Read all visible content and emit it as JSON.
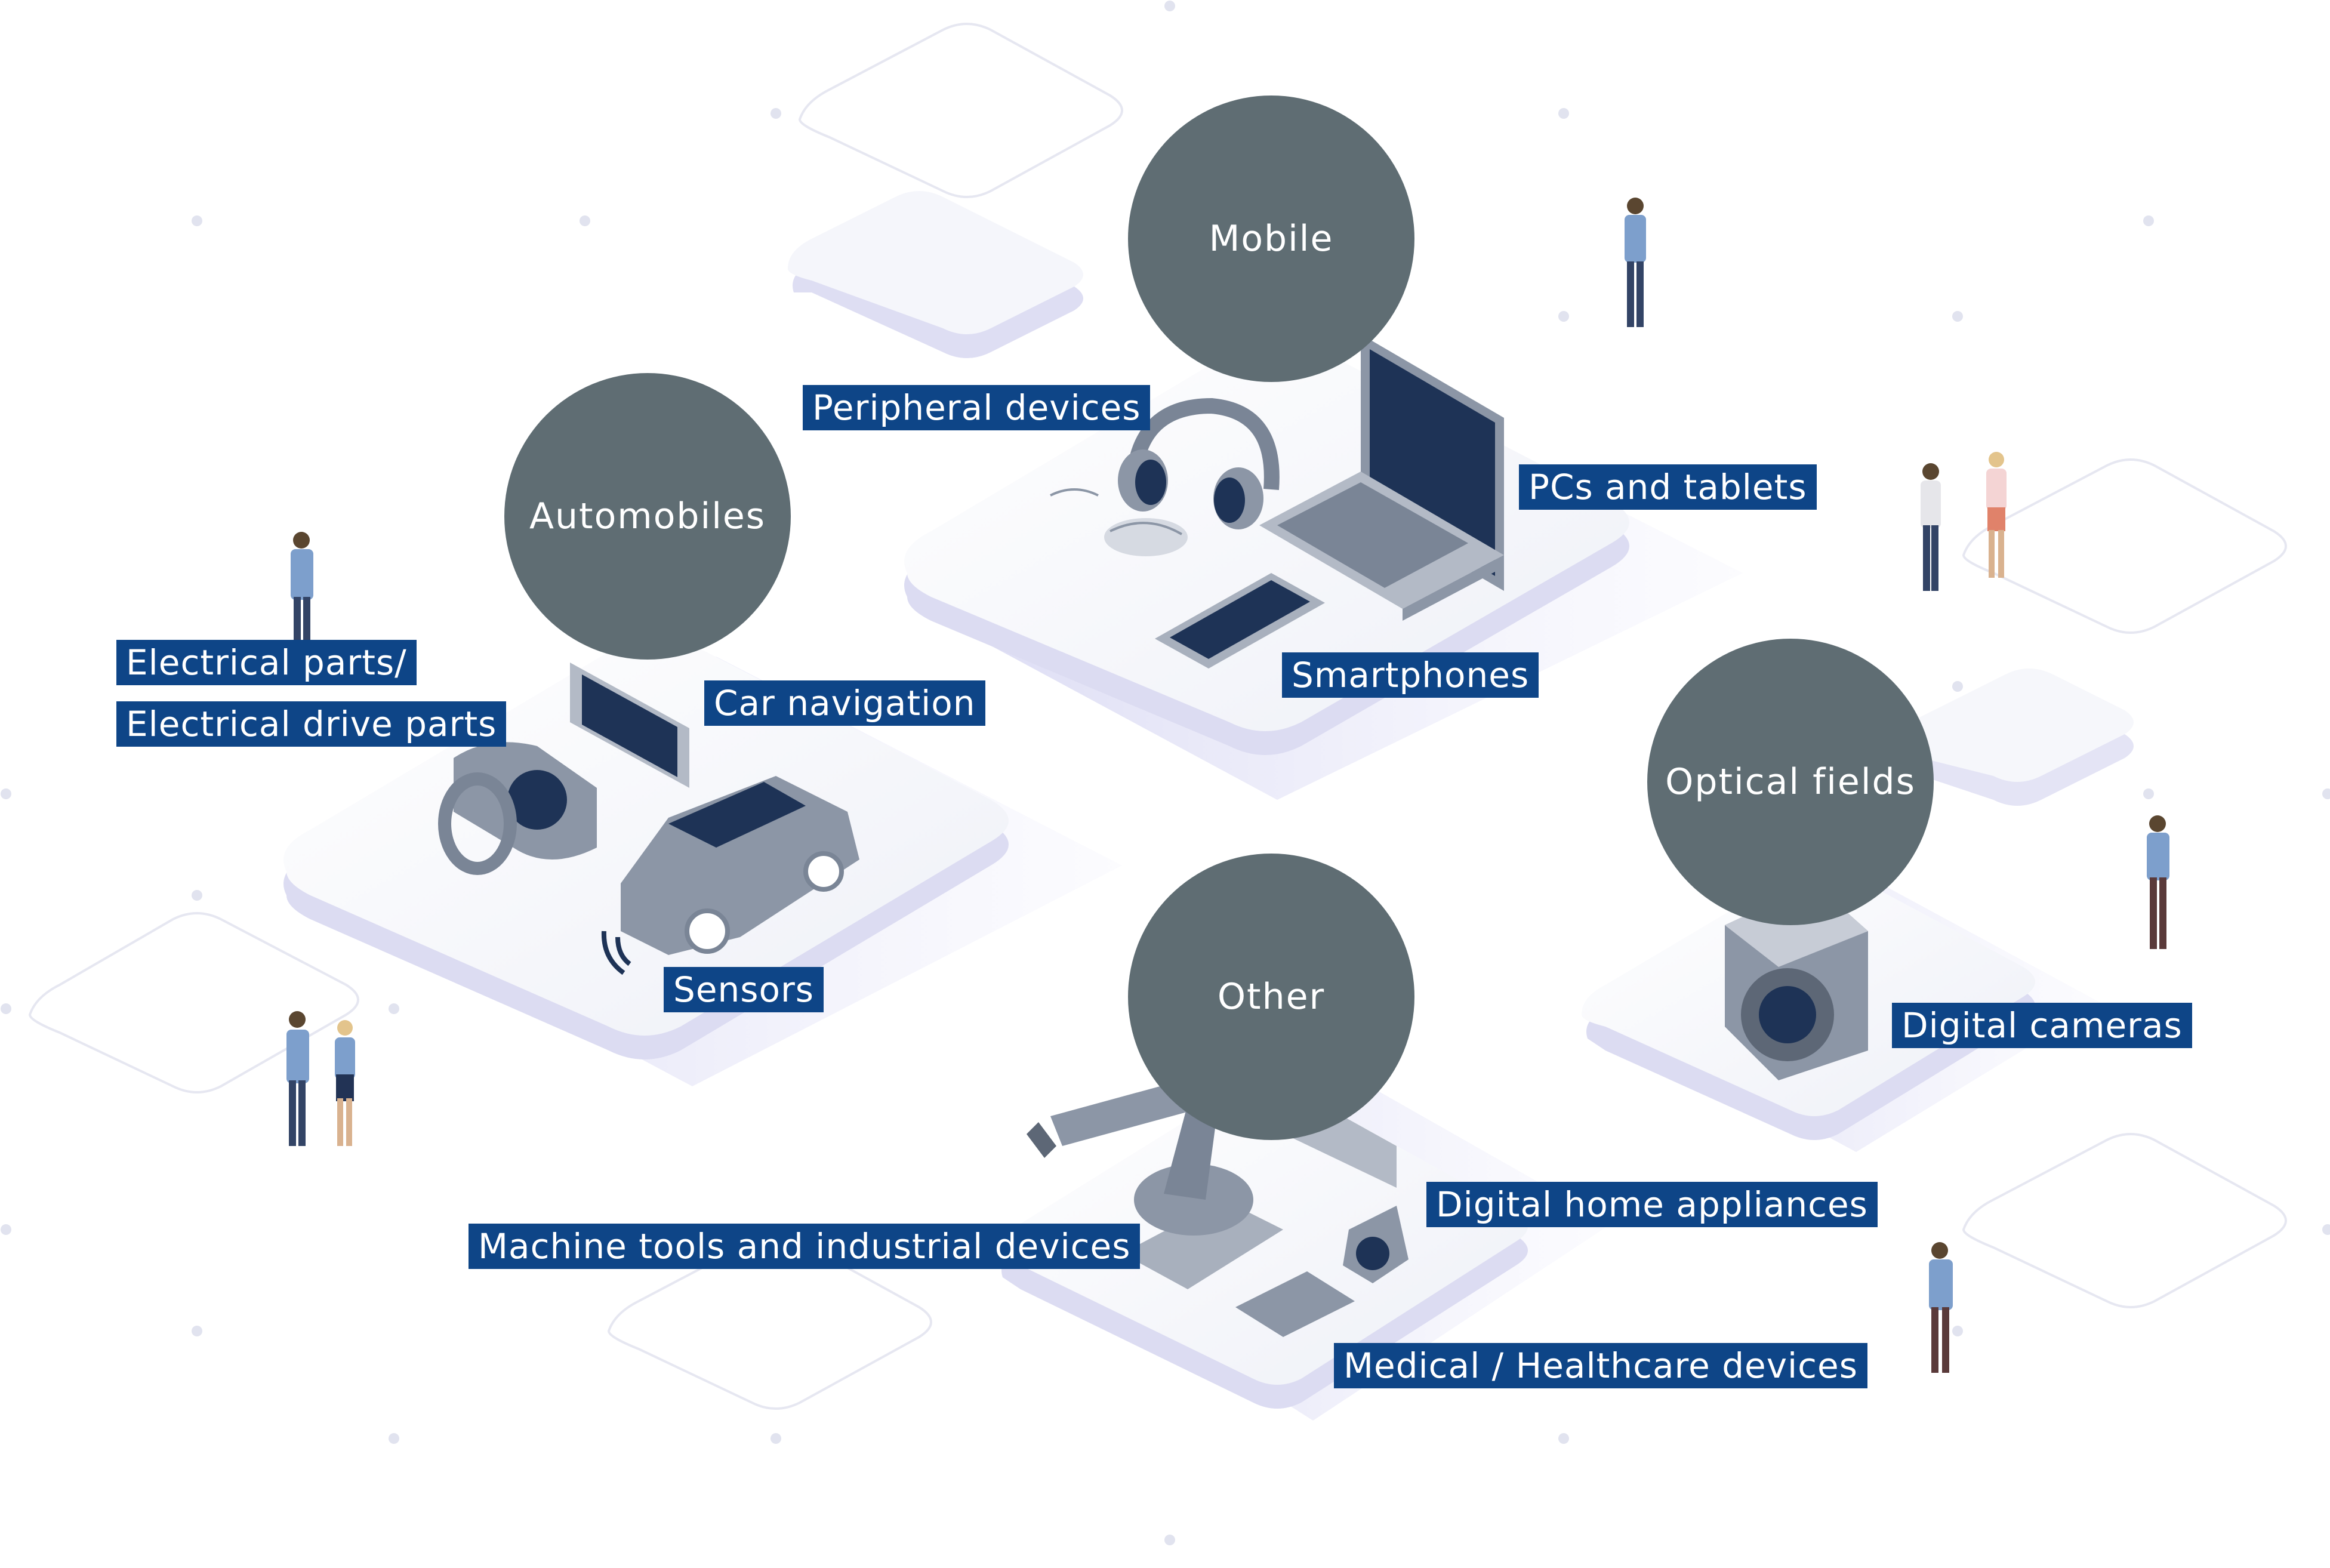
{
  "categories": {
    "mobile": "Mobile",
    "automobiles": "Automobiles",
    "optical": "Optical fields",
    "other": "Other"
  },
  "labels": {
    "peripheral": "Peripheral devices",
    "pcs": "PCs and tablets",
    "smartphones": "Smartphones",
    "electrical_line1": "Electrical parts/",
    "electrical_line2": "Electrical drive parts",
    "car_navigation": "Car navigation",
    "sensors": "Sensors",
    "digital_cameras": "Digital cameras",
    "digital_home": "Digital home appliances",
    "machine_tools": "Machine tools and industrial devices",
    "medical": "Medical / Healthcare devices"
  },
  "colors": {
    "circle": "#5f6d73",
    "tag": "#0e4587",
    "platform": "#f3f4f9",
    "platform_shadow": "#dcdcf2",
    "device": "#8c96a6",
    "device_dark": "#1e3356",
    "person_jacket": "#7d9fcc",
    "person_pants": "#334466"
  }
}
